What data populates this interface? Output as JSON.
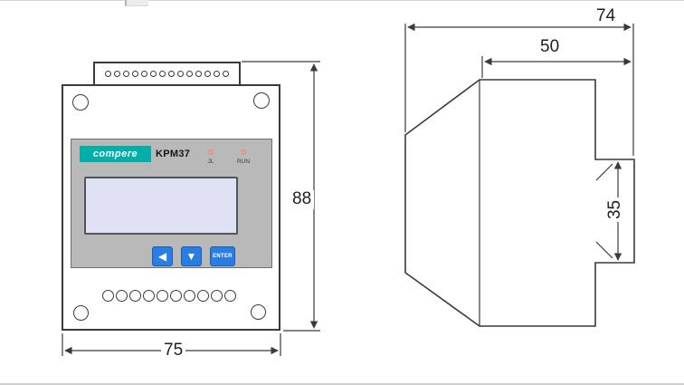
{
  "drawing": {
    "front": {
      "brand": "compere",
      "model": "KPM37",
      "led_labels": [
        "JL",
        "RUN"
      ],
      "button_left_glyph": "◀",
      "button_down_glyph": "▼",
      "button_enter_label": "ENTER",
      "top_terminal_dots": 14,
      "bottom_terminal_dots": 10,
      "height_dim": "88",
      "width_dim": "75"
    },
    "side": {
      "total_depth_dim": "74",
      "upper_depth_dim": "50",
      "clip_height_dim": "35"
    },
    "colors": {
      "brand_teal": "#00b0a8",
      "button_blue": "#2a7de1",
      "panel_gray": "#b9b9b9",
      "lcd_lavender": "#dfe2f4",
      "led_pink": "#f29a9a",
      "line": "#3a3a3a"
    }
  }
}
